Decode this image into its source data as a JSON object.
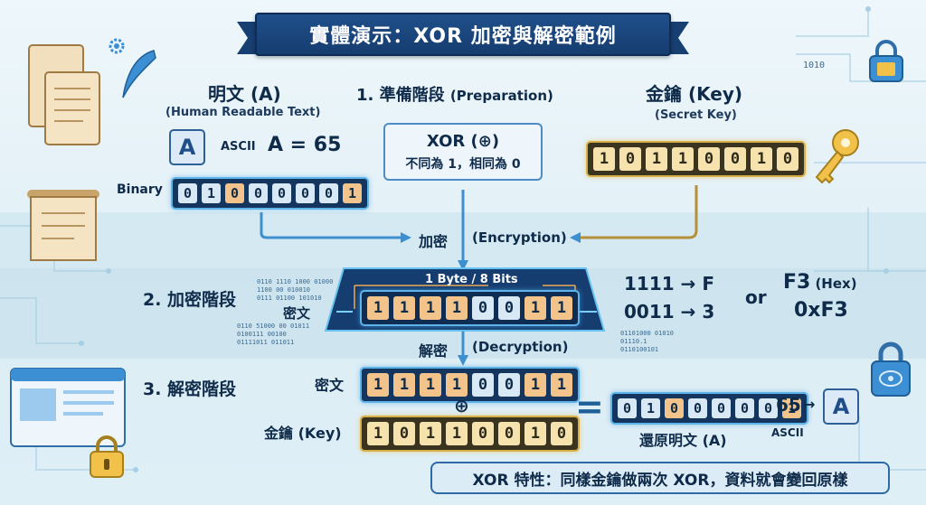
{
  "title": "實體演示：XOR 加密與解密範例",
  "plaintext": {
    "heading": "明文 (A)",
    "subheading": "(Human Readable Text)",
    "letter": "A",
    "ascii_label": "ASCII",
    "ascii_value": "A = 65",
    "binary_label": "Binary",
    "bits": [
      "0",
      "1",
      "0",
      "0",
      "0",
      "0",
      "0",
      "1"
    ]
  },
  "prep": {
    "heading": "1. 準備階段",
    "heading_en": "(Preparation)",
    "xor_title": "XOR (⊕)",
    "xor_rule": "不同為 1，相同為 0"
  },
  "key": {
    "heading": "金鑰 (Key)",
    "subheading": "(Secret Key)",
    "bits": [
      "1",
      "0",
      "1",
      "1",
      "0",
      "0",
      "1",
      "0"
    ]
  },
  "encrypt": {
    "label_zh": "加密",
    "label_en": "(Encryption)",
    "stage": "2. 加密階段",
    "byte_label": "1 Byte / 8 Bits",
    "cipher_label": "密文",
    "bits": [
      "1",
      "1",
      "1",
      "1",
      "0",
      "0",
      "1",
      "1"
    ],
    "hex_line1": "1111 → F",
    "hex_line2": "0011 → 3",
    "or": "or",
    "hex_value": "F3",
    "hex_tag": "(Hex)",
    "hex_prefixed": "0xF3"
  },
  "decrypt": {
    "label_zh": "解密",
    "label_en": "(Decryption)",
    "stage": "3. 解密階段",
    "cipher_label": "密文",
    "cipher_bits": [
      "1",
      "1",
      "1",
      "1",
      "0",
      "0",
      "1",
      "1"
    ],
    "xor_symbol": "⊕",
    "key_label": "金鑰 (Key)",
    "key_bits": [
      "1",
      "0",
      "1",
      "1",
      "0",
      "0",
      "1",
      "0"
    ],
    "equals": "=",
    "result_bits": [
      "0",
      "1",
      "0",
      "0",
      "0",
      "0",
      "0",
      "1"
    ],
    "result_label": "還原明文 (A)",
    "result_value": "65",
    "result_arrow": "→",
    "result_letter": "A",
    "result_ascii": "ASCII"
  },
  "decor": {
    "bin1": "0110 1110 1000 01000\n1100 00 010010\n0111 01100 101010",
    "bin2": "0110 51000 00 01011\n0100111 00100\n01111011 011011",
    "bin3": "01101000 01010\n01110.1\n0110100101",
    "bin4": "1010"
  },
  "footer": "XOR 特性：同樣金鑰做兩次 XOR，資料就會變回原樣",
  "colors": {
    "navy": "#163d70",
    "blue_glow": "#5fb4ea",
    "gold": "#d7b048",
    "bit_highlight": "#f2c38a"
  }
}
